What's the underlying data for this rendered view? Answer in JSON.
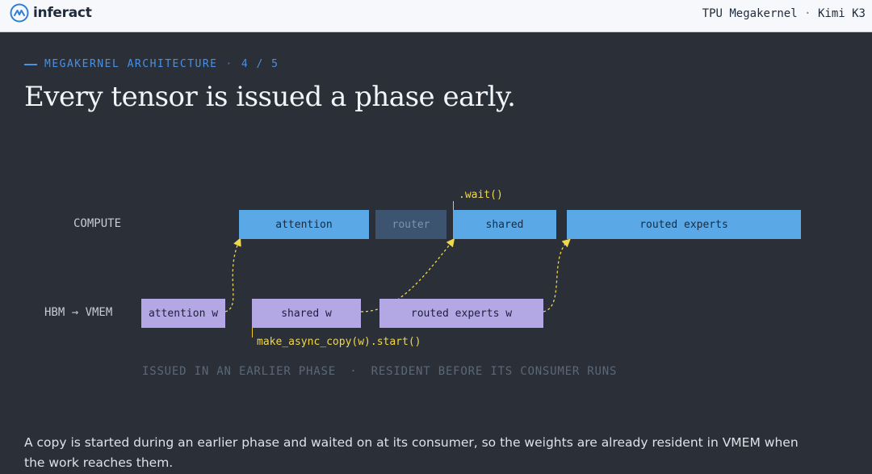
{
  "header": {
    "logo_text": "inferact",
    "title": "TPU Megakernel",
    "title_sep": "·",
    "subtitle": "Kimi K3"
  },
  "eyebrow": {
    "label": "MEGAKERNEL ARCHITECTURE",
    "sep": "·",
    "page": "4 / 5"
  },
  "headline": "Every tensor is issued a phase early.",
  "diagram": {
    "lanes": {
      "compute": "COMPUTE",
      "hbm": "HBM → VMEM"
    },
    "compute_blocks": [
      {
        "label": "attention",
        "state": "active"
      },
      {
        "label": "router",
        "state": "dim"
      },
      {
        "label": "shared",
        "state": "active"
      },
      {
        "label": "routed experts",
        "state": "active"
      }
    ],
    "copy_blocks": [
      {
        "label": "attention w"
      },
      {
        "label": "shared w"
      },
      {
        "label": "routed experts w"
      }
    ],
    "wait_label": ".wait()",
    "start_label": "make_async_copy(w).start()",
    "caption_left": "ISSUED IN AN EARLIER PHASE",
    "caption_sep": "·",
    "caption_right": "RESIDENT BEFORE ITS CONSUMER RUNS",
    "colors": {
      "compute": "#5aa9e6",
      "compute_dim": "#3d5470",
      "copy": "#b3a8e4",
      "annotation": "#f0c929"
    }
  },
  "body": "A copy is started during an earlier phase and waited on at its consumer, so the weights are already resident in VMEM when the work reaches them."
}
